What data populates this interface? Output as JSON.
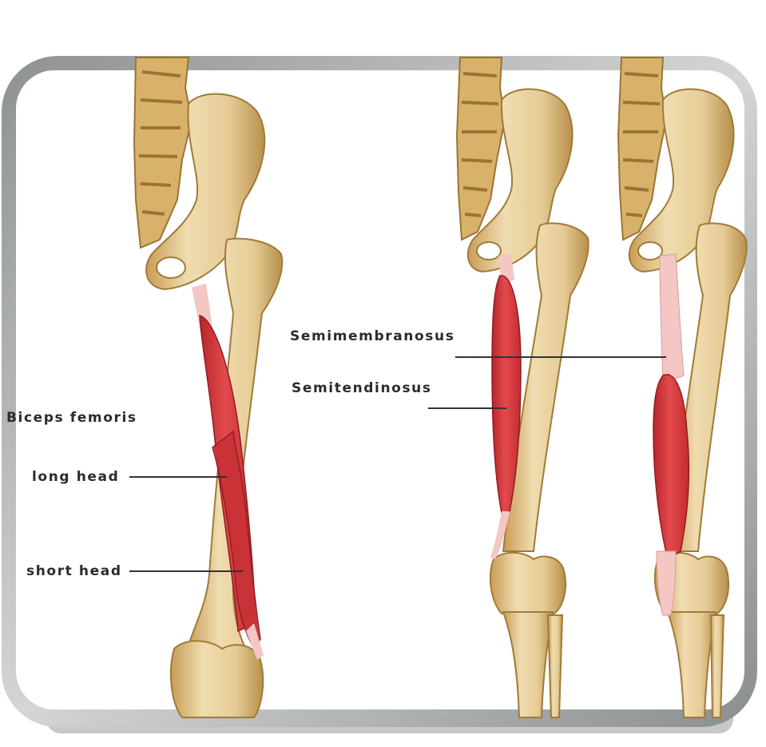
{
  "figure": {
    "labels": {
      "biceps_femoris": "Biceps femoris",
      "long_head": "long head",
      "short_head": "short head",
      "semimembranosus": "Semimembranosus",
      "semitendinosus": "Semitendinosus"
    },
    "colors": {
      "frame_outer": "#b3b6b6",
      "frame_inner": "#ffffff",
      "bone": "#e9d3a4",
      "bone_shadow": "#b88f4a",
      "spine": "#d6b26d",
      "muscle": "#d9383c",
      "muscle_highlight": "#f07a7a",
      "tendon": "#f4c6c4",
      "leader_line": "#333333",
      "label_text": "#2b2b2b"
    }
  }
}
